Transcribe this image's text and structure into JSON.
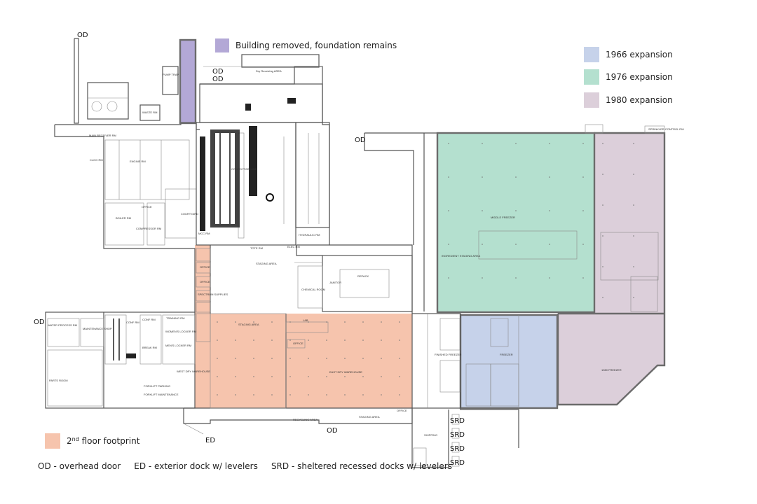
{
  "colors": {
    "removed": "#b3a8d6",
    "exp1966": "#c6d2ea",
    "exp1976": "#b4e0cf",
    "exp1980": "#dccfda",
    "footprint": "#f6c4ad",
    "walls": "#555555"
  },
  "legend": {
    "removed": "Building removed, foundation remains",
    "exp1966": "1966 expansion",
    "exp1976": "1976 expansion",
    "exp1980": "1980 expansion",
    "footprint_prefix": "2",
    "footprint_sup": "nd",
    "footprint_suffix": " floor footprint"
  },
  "key_text": "OD - overhead door     ED - exterior dock w/ levelers     SRD - sheltered recessed docks w/ levelers",
  "doors": {
    "od_top": "OD",
    "od_mid1": "OD",
    "od_mid2": "OD",
    "od_right": "OD",
    "od_left": "OD",
    "od_bottom": "OD",
    "ed": "ED",
    "srd1": "SRD",
    "srd2": "SRD",
    "srd3": "SRD",
    "srd4": "SRD"
  },
  "rooms": {
    "middle_freezer": "MIDDLE FREEZER",
    "ingredient_staging": "INGREDIENT STAGING AREA",
    "freezer": "FREEZER",
    "finished_freezer": "FINISHED FREEZER",
    "freezer_1980": "1980 FREEZER",
    "west_dry": "WEST DRY WAREHOUSE",
    "east_dry": "EAST DRY WAREHOUSE",
    "staging_area": "STAGING AREA",
    "staging_area2": "STAGING AREA",
    "staging_area3": "STAGING AREA",
    "recycling": "RECYCLING AREA",
    "shipping": "SHIPPING",
    "office": "OFFICE",
    "parts_room": "PARTS ROOM",
    "forklift_parking": "FORKLIFT PARKING",
    "forklift_maint": "FORKLIFT MAINTENANCE",
    "water_process": "WATER PROCESS RM",
    "maintenance": "MAINTENANCE SHOP",
    "conf_rm": "CONF RM",
    "conf_rm2": "CONF RM",
    "break_rm": "BREAK RM",
    "training": "TRAINING RM",
    "womens_locker": "WOMEN'S LOCKER RM",
    "mens_locker": "MEN'S LOCKER RM",
    "chemical": "CHEMICAL ROOM",
    "repack": "REPACK",
    "tote_rm": "TOTE RM",
    "courtyard": "COURTYARD",
    "engine_rm": "ENGINE RM",
    "boiler_rm": "BOILER RM",
    "compressor_rm": "COMPRESSOR RM",
    "main_receiver": "MAIN RECEIVER RM",
    "pump_trap": "PUMP TRAP",
    "waste_rm": "WASTE RM",
    "sprinkler": "SPRINKLER CONTROL RM",
    "lab": "LAB",
    "eng_office": "OFFICE",
    "confection": "CONFECTION LINE",
    "dry_receiving": "Dry Receiving AREA",
    "janitor": "JANITOR",
    "hydraulic": "HYDRAULIC RM",
    "mcc": "MCC RM",
    "elec_rm": "ELEC RM",
    "clog_rm": "CLOG RM",
    "spec_supplies": "SPECTRUM SUPPLIES"
  }
}
